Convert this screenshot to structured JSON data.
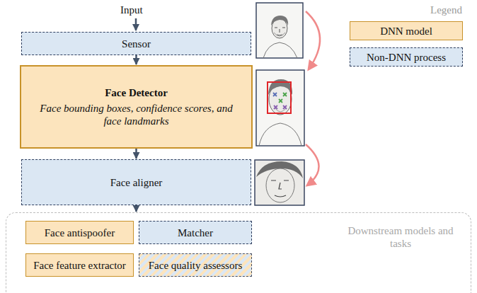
{
  "diagram": {
    "nodes": [
      {
        "text": [
          "Sensor"
        ]
      },
      {
        "text": [
          "Face Detector",
          "Face bounding boxes, confidence scores, and face landmarks"
        ]
      },
      {
        "text": [
          "Face aligner"
        ]
      },
      {
        "text": [
          "Downstream models and tasks"
        ]
      },
      {
        "text": [
          "Face antispoofer"
        ],
        "in": 3
      },
      {
        "text": [
          "Matcher"
        ],
        "in": 3
      },
      {
        "text": [
          "Face feature extractor"
        ],
        "in": 3
      },
      {
        "text": [
          "Face quality assessors"
        ],
        "in": 3
      }
    ],
    "edges": [
      {
        "from": 0,
        "to": 1,
        "arrow": "to"
      },
      {
        "from": 1,
        "to": 2,
        "arrow": "to"
      },
      {
        "from": 2,
        "to": 3,
        "arrow": "to"
      }
    ],
    "labels": [
      "Input",
      "Legend"
    ],
    "legend": [
      {
        "text": "DNN model",
        "color": "#fce4bd"
      },
      {
        "text": "Non-DNN process",
        "color": "#dbe7f3"
      }
    ]
  }
}
